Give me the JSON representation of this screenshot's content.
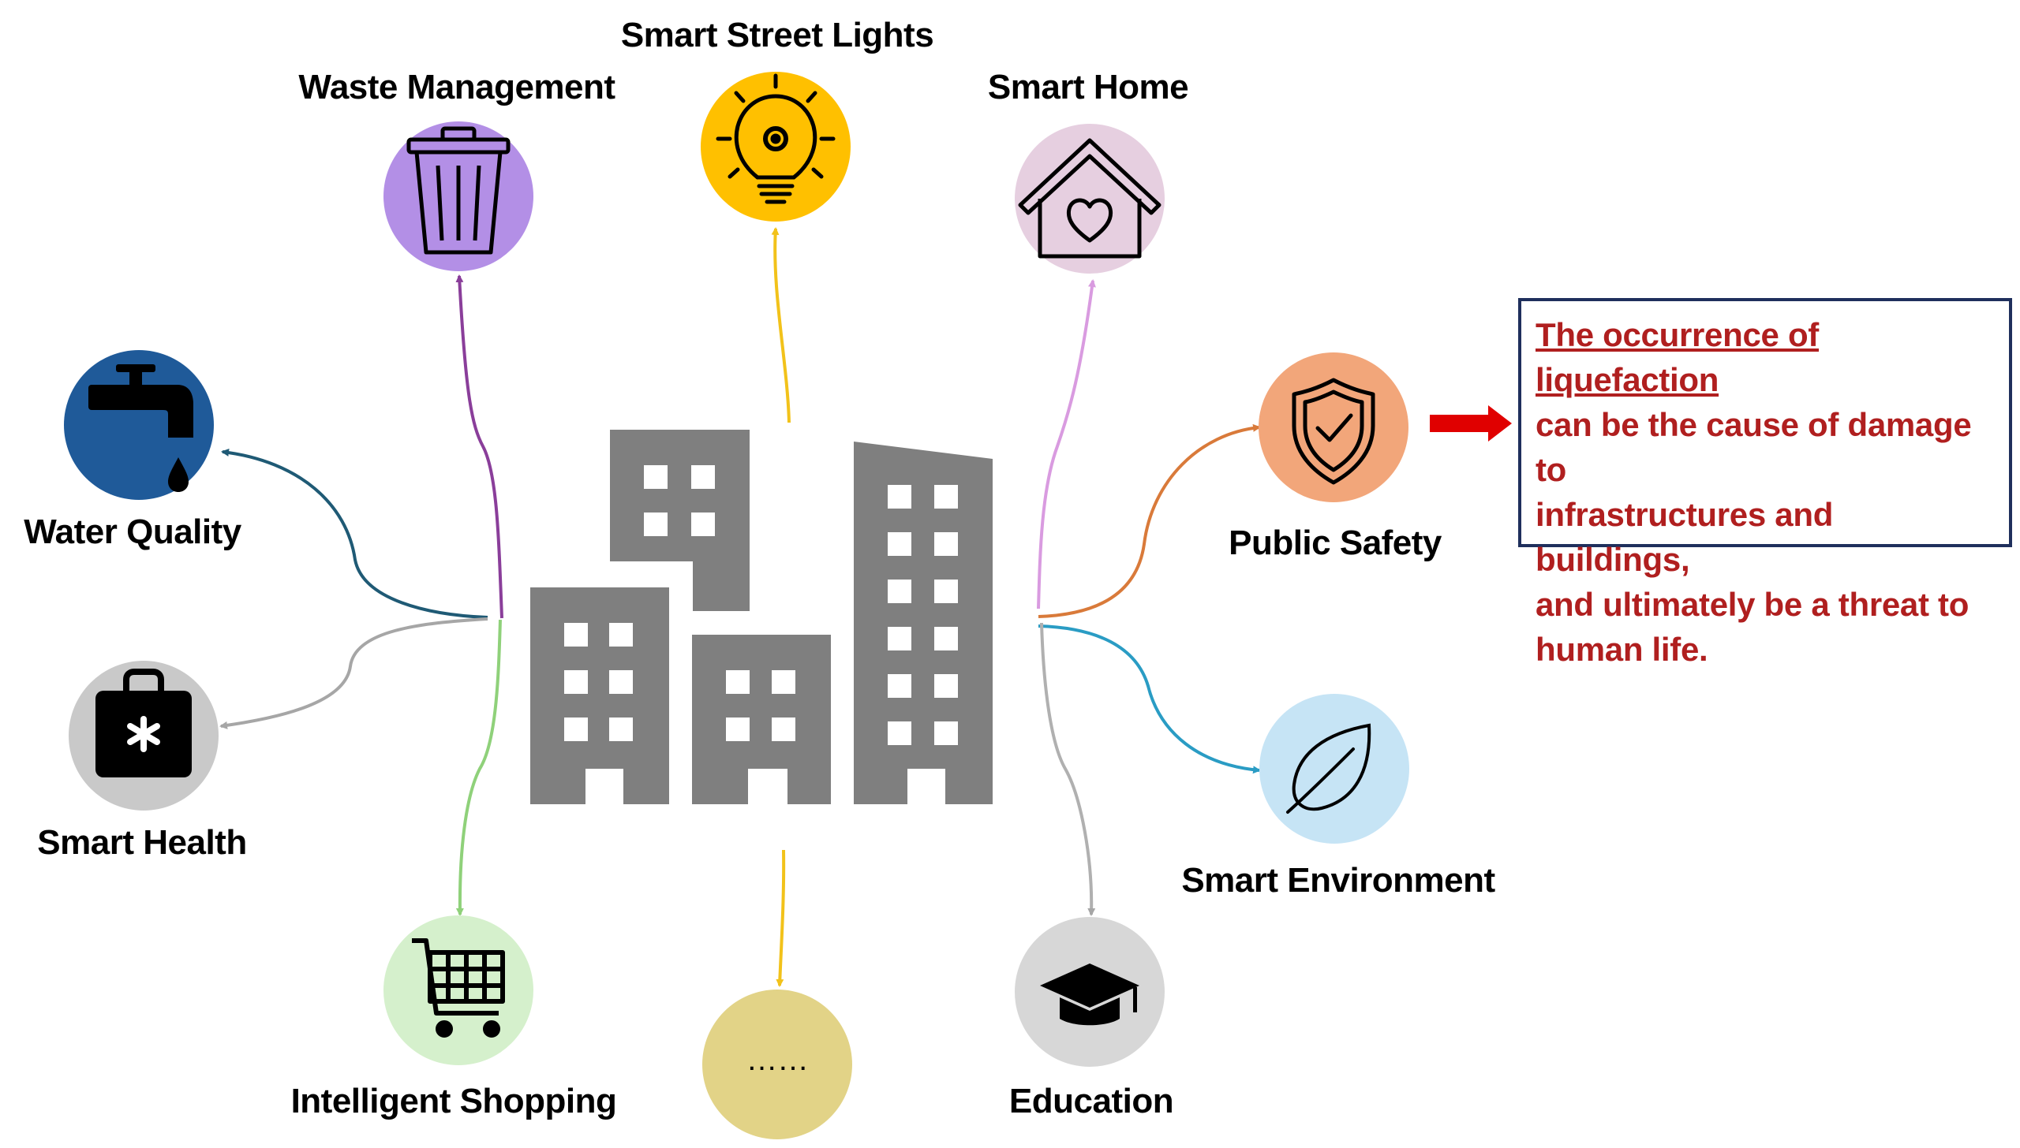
{
  "nodes": {
    "smart_street_lights": {
      "label": "Smart Street Lights",
      "color": "#ffc000"
    },
    "waste_management": {
      "label": "Waste Management",
      "color": "#b38fe6"
    },
    "smart_home": {
      "label": "Smart Home",
      "color": "#e6cfe0"
    },
    "water_quality": {
      "label": "Water Quality",
      "color": "#1f5a99"
    },
    "public_safety": {
      "label": "Public Safety",
      "color": "#f2a67a"
    },
    "smart_health": {
      "label": "Smart Health",
      "color": "#c9c9c9"
    },
    "smart_environment": {
      "label": "Smart Environment",
      "color": "#c6e4f5"
    },
    "intelligent_shopping": {
      "label": "Intelligent Shopping",
      "color": "#d5f0cc"
    },
    "more": {
      "label": "……",
      "color": "#e2d387"
    },
    "education": {
      "label": "Education",
      "color": "#d7d7d7"
    }
  },
  "callout": {
    "line1": "The occurrence of liquefaction",
    "line2": "can be the cause of damage to",
    "line3": "infrastructures and buildings,",
    "line4": "and ultimately be a threat to",
    "line5": "human life."
  },
  "colors": {
    "buildings": "#7f7f7f",
    "callout_text": "#b01f1f",
    "callout_border": "#1f2f5c",
    "arrow_red": "#e00000"
  },
  "icons": {
    "smart_street_lights": "lightbulb-gear-icon",
    "waste_management": "trash-can-icon",
    "smart_home": "house-heart-icon",
    "water_quality": "faucet-drop-icon",
    "public_safety": "shield-check-icon",
    "smart_health": "medical-kit-icon",
    "smart_environment": "leaf-icon",
    "intelligent_shopping": "shopping-cart-icon",
    "education": "graduation-cap-icon"
  }
}
